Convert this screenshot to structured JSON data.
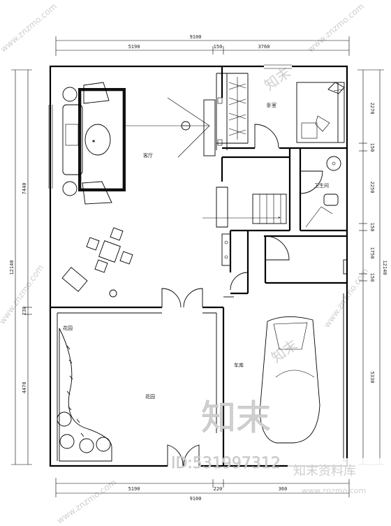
{
  "dimensions": {
    "top_total": "9100",
    "top_left": "5190",
    "top_mid": "150",
    "top_right": "3760",
    "bottom_total": "9100",
    "bottom_left": "5190",
    "bottom_mid": "220",
    "bottom_right": "360",
    "left_total": "12140",
    "left_upper": "7440",
    "left_mid": "230",
    "left_lower": "4470",
    "right_total": "12140",
    "right_1": "2270",
    "right_2": "150",
    "right_3": "2250",
    "right_4": "150",
    "right_5": "1750",
    "right_6": "150",
    "right_7": "5330"
  },
  "rooms": {
    "living": "客厅",
    "bedroom": "卧室",
    "bathroom": "卫生间",
    "garden": "花园",
    "garden_corner": "花园",
    "garage": "车库"
  },
  "watermarks": {
    "site": "www.znzmo.com",
    "logo": "知末",
    "logo_brand": "知末资料库",
    "id": "ID:531997312"
  },
  "colors": {
    "line": "#000000",
    "watermark": "#cfcfcf",
    "background": "#ffffff"
  }
}
